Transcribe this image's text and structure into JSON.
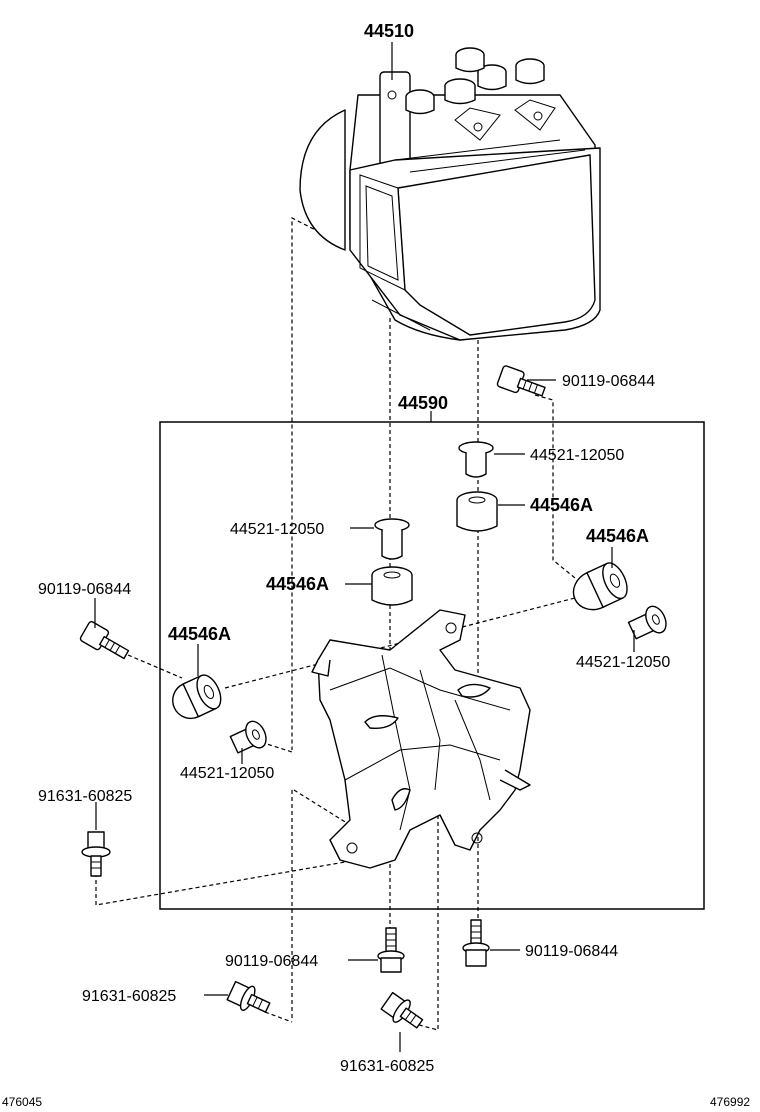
{
  "labels": {
    "actuator": "44510",
    "bracket": "44590",
    "bolt_top_right": "90119-06844",
    "collar_top": "44521-12050",
    "cushion_top": "44546A",
    "collar_mid_left": "44521-12050",
    "cushion_mid_left": "44546A",
    "cushion_right": "44546A",
    "collar_right": "44521-12050",
    "bolt_left": "90119-06844",
    "cushion_left": "44546A",
    "collar_left": "44521-12050",
    "bolt_flange_left": "91631-60825",
    "bolt_bottom_center": "90119-06844",
    "bolt_bottom_right": "90119-06844",
    "bolt_flange_bottom_left": "91631-60825",
    "bolt_flange_bottom_center": "91631-60825"
  },
  "footer": {
    "left_code": "476045",
    "right_code": "476992"
  }
}
